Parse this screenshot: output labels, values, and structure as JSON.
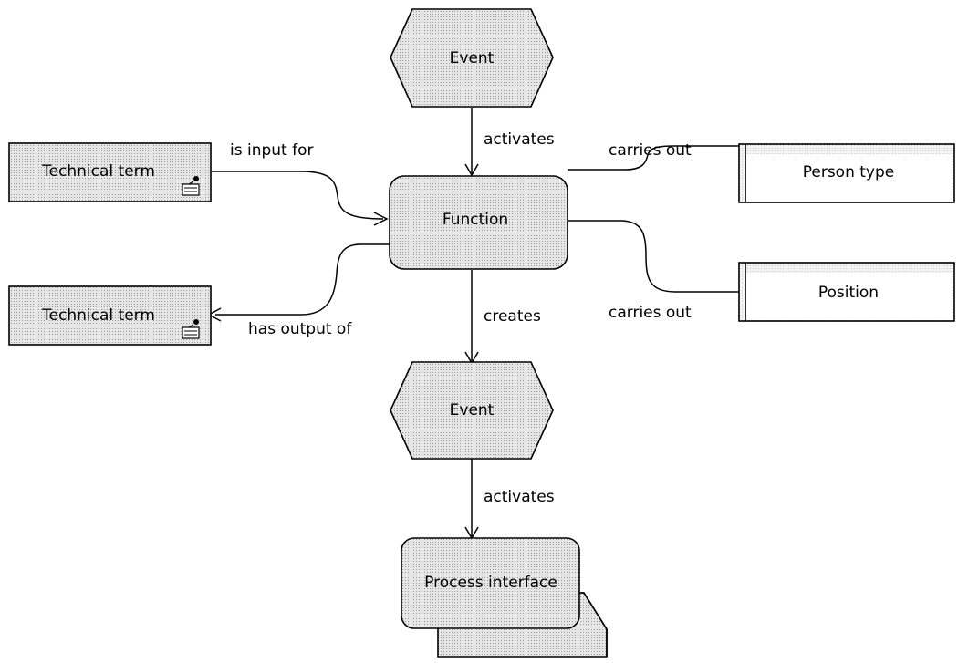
{
  "diagram": {
    "nodes": {
      "event_top": "Event",
      "function": "Function",
      "event_bottom": "Event",
      "process_interface": "Process interface",
      "technical_term_in": "Technical term",
      "technical_term_out": "Technical term",
      "person_type": "Person type",
      "position": "Position"
    },
    "edges": {
      "activates_top": "activates",
      "is_input_for": "is input for",
      "has_output_of": "has output of",
      "creates": "creates",
      "carries_out_person": "carries out",
      "carries_out_position": "carries out",
      "activates_bottom": "activates"
    }
  }
}
